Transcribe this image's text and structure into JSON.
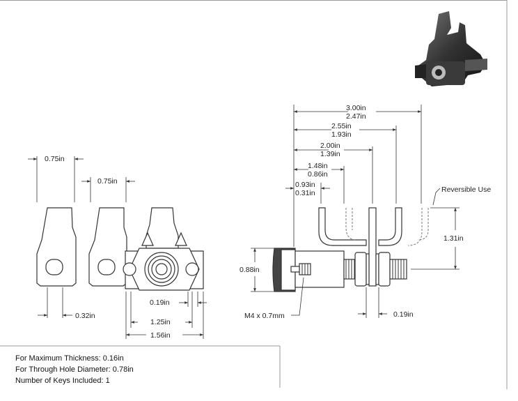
{
  "dimensions": {
    "left_key_width": "0.75in",
    "middle_key_width": "0.75in",
    "left_offset": "0.32in",
    "small_gap": "0.19in",
    "hole_spacing": "1.25in",
    "overall_width": "1.56in",
    "d1_max": "3.00in",
    "d1_min": "2.47in",
    "d2_max": "2.55in",
    "d2_min": "1.93in",
    "d3_max": "2.00in",
    "d3_min": "1.39in",
    "d4_max": "1.48in",
    "d4_min": "0.86in",
    "d5_max": "0.93in",
    "d5_min": "0.31in",
    "height": "1.31in",
    "diameter": "0.88in",
    "thread": "M4 x 0.7mm",
    "right_gap": "0.19in",
    "reversible": "Reversible Use"
  },
  "notes": {
    "max_thickness": "For Maximum Thickness: 0.16in",
    "hole_diameter": "For Through Hole Diameter: 0.78in",
    "keys_included": "Number of Keys Included: 1"
  }
}
